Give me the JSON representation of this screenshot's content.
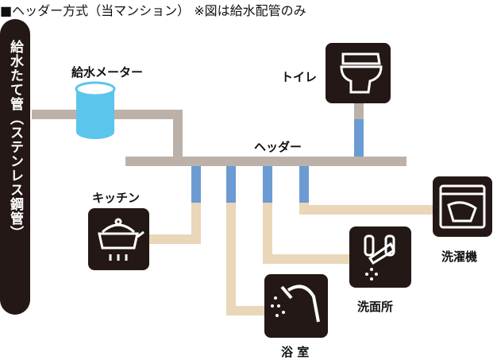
{
  "title": "■ヘッダー方式（当マンション） ※図は給水配管のみ",
  "riser": "給水たて管（ステンレス鋼管）",
  "labels": {
    "meter": "給水メーター",
    "toilet": "トイレ",
    "header": "ヘッダー",
    "kitchen": "キッチン",
    "washer": "洗濯機",
    "sink": "洗面所",
    "bath": "浴 室"
  },
  "colors": {
    "main_pipe": "#bcb1a9",
    "header_branch": "#6b9bd2",
    "supply_pipe": "#ead6b9",
    "icon_bg": "#231815",
    "meter": "#5bc5ec"
  }
}
